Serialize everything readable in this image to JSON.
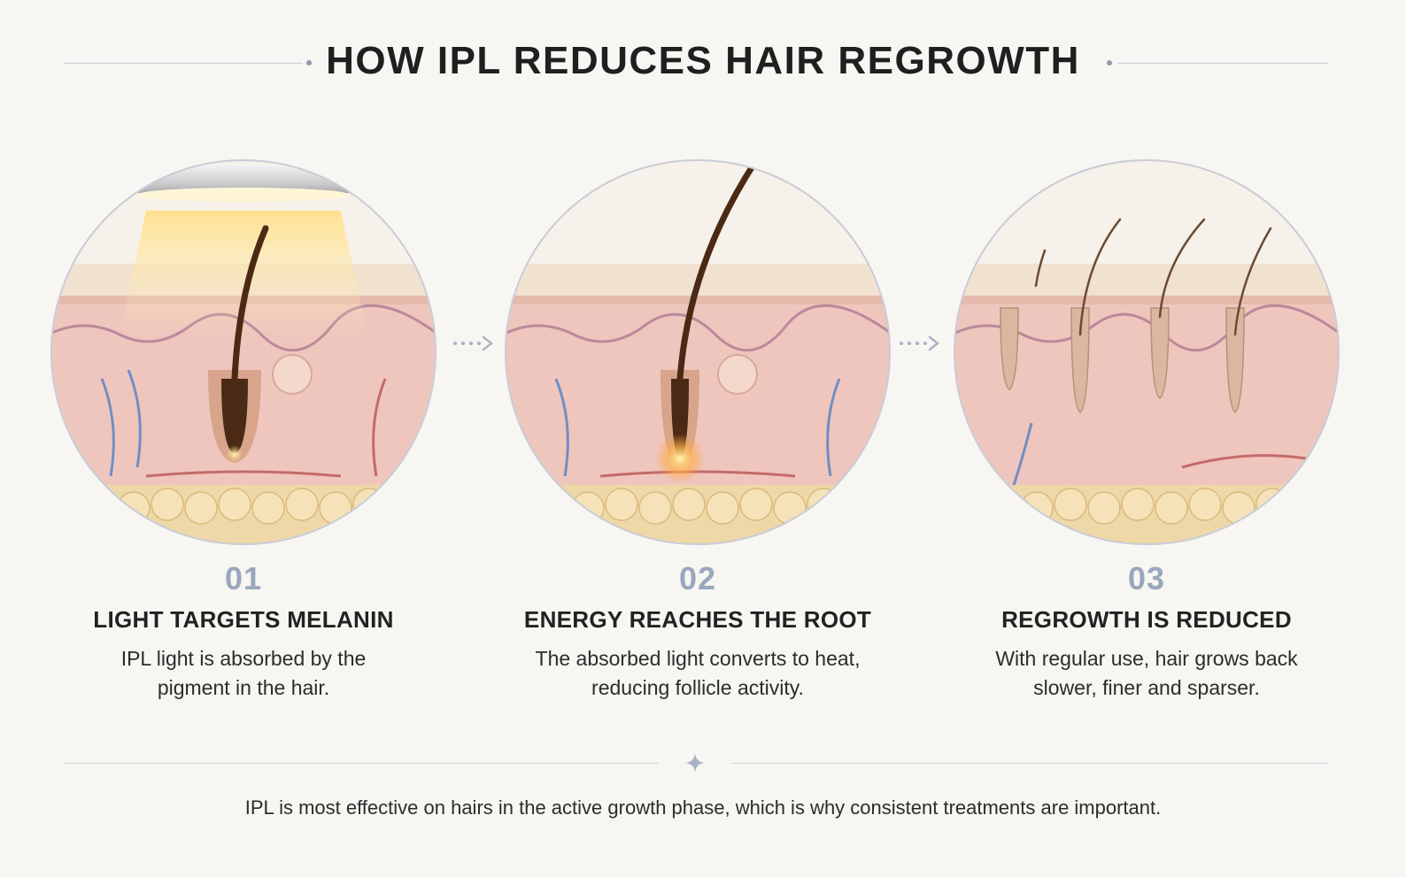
{
  "header": {
    "title": "HOW IPL REDUCES HAIR REGROWTH"
  },
  "steps": [
    {
      "number": "01",
      "title": "LIGHT TARGETS MELANIN",
      "description": "IPL light is absorbed by the pigment in the hair."
    },
    {
      "number": "02",
      "title": "ENERGY REACHES THE ROOT",
      "description": "The absorbed light converts to heat, reducing follicle activity."
    },
    {
      "number": "03",
      "title": "REGROWTH IS REDUCED",
      "description": "With regular use, hair grows back slower, finer and sparser."
    }
  ],
  "footer": {
    "note": "IPL is most effective on hairs in the active growth phase, which is why consistent treatments are important."
  },
  "colors": {
    "background": "#f8f6f2",
    "accent": "#9aa6bc",
    "skin": "#efc6bd",
    "fat": "#efd8a8",
    "hair": "#4a2a14",
    "glow": "#ffcf6a"
  }
}
